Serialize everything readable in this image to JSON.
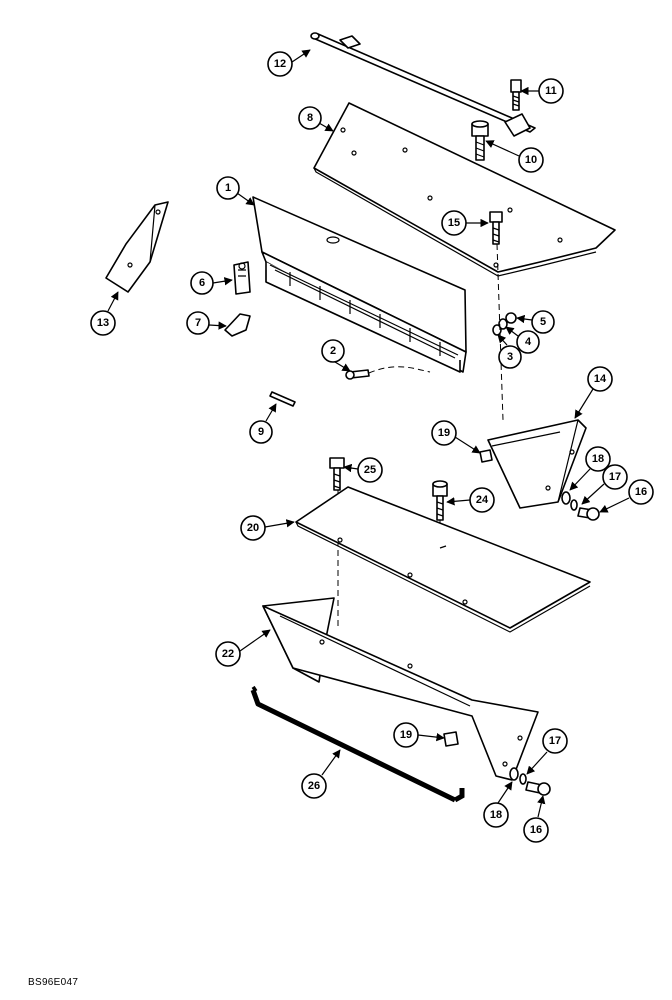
{
  "callouts": [
    "1",
    "2",
    "3",
    "4",
    "5",
    "6",
    "7",
    "8",
    "9",
    "10",
    "11",
    "12",
    "13",
    "14",
    "15",
    "16",
    "17",
    "18",
    "19",
    "20",
    "22",
    "24",
    "25",
    "26",
    "16",
    "17",
    "18",
    "19"
  ],
  "figure_code": "BS96E047"
}
